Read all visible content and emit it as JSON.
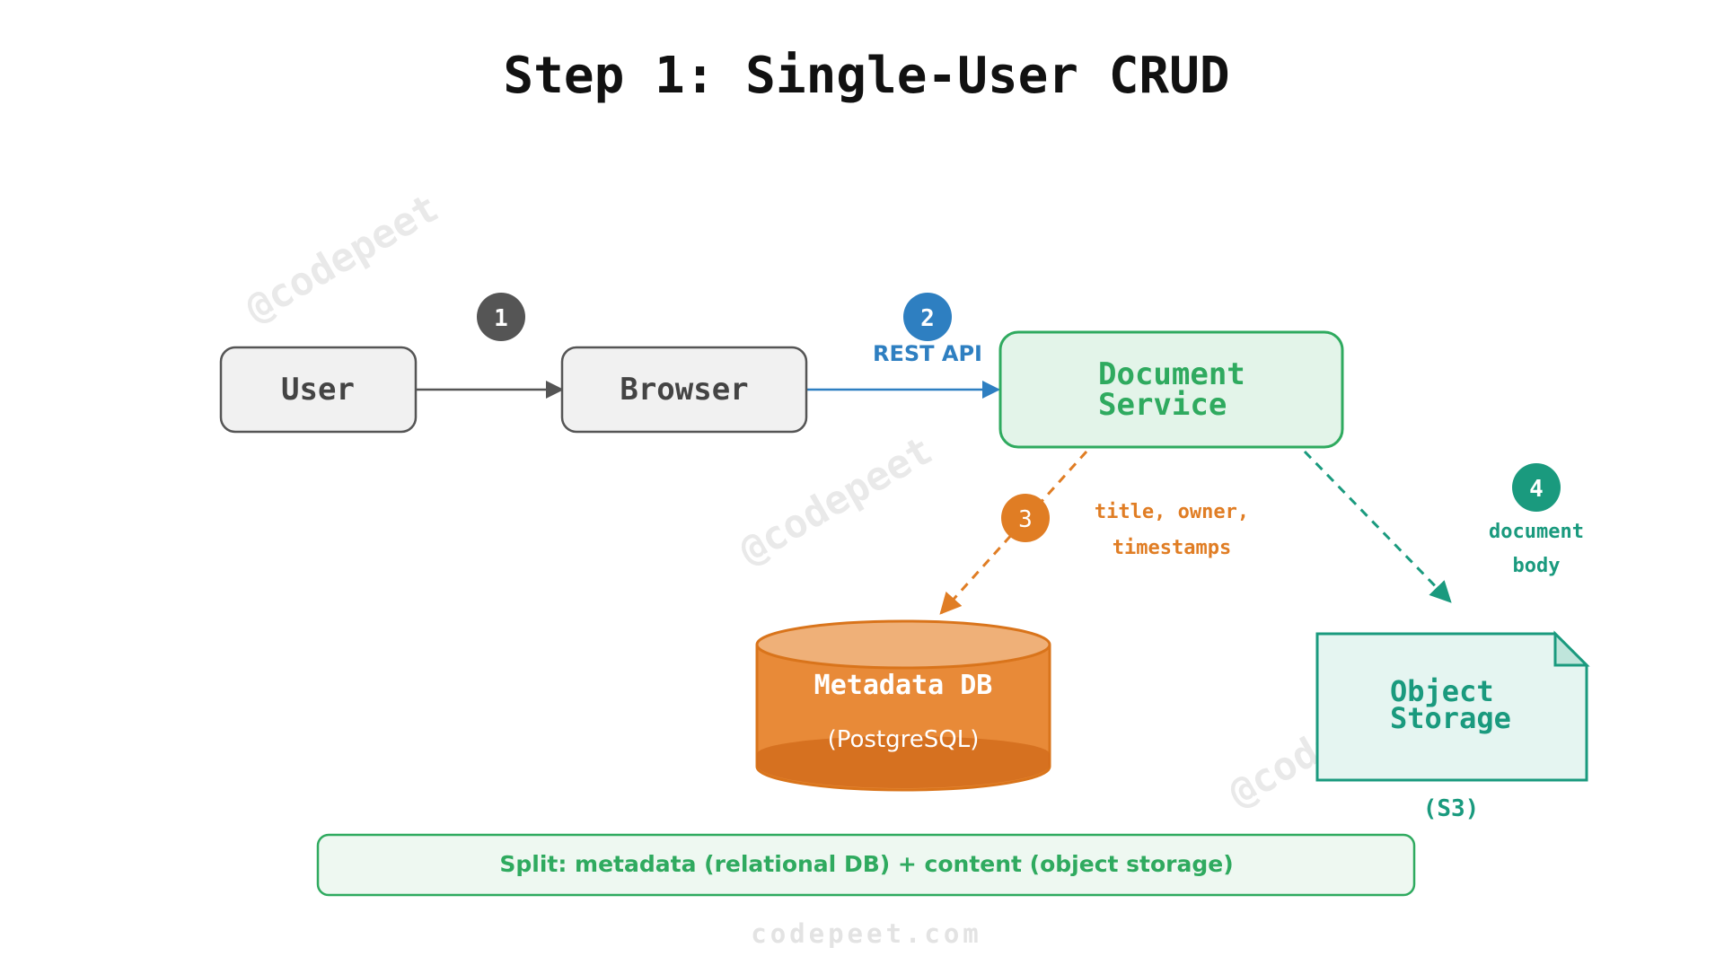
{
  "title": "Step 1: Single-User CRUD",
  "nodes": {
    "user": "User",
    "browser": "Browser",
    "document_service": [
      "Document",
      "Service"
    ],
    "metadata_db": {
      "name": "Metadata DB",
      "sub": "(PostgreSQL)"
    },
    "object_storage": {
      "name": [
        "Object",
        "Storage"
      ],
      "sub": "(S3)"
    }
  },
  "steps": [
    {
      "number": "1",
      "label": ""
    },
    {
      "number": "2",
      "label": "REST API"
    },
    {
      "number": "3",
      "label_lines": [
        "title, owner,",
        "timestamps"
      ]
    },
    {
      "number": "4",
      "label_lines": [
        "document",
        "body"
      ]
    }
  ],
  "footer_note": "Split: metadata (relational DB) + content (object storage)",
  "watermark": "@codepeet",
  "site": "codepeet.com",
  "colors": {
    "gray": "#555555",
    "blue": "#2e7fc1",
    "green": "#2faa5f",
    "orange": "#e07d24",
    "teal": "#1a9a7e"
  }
}
